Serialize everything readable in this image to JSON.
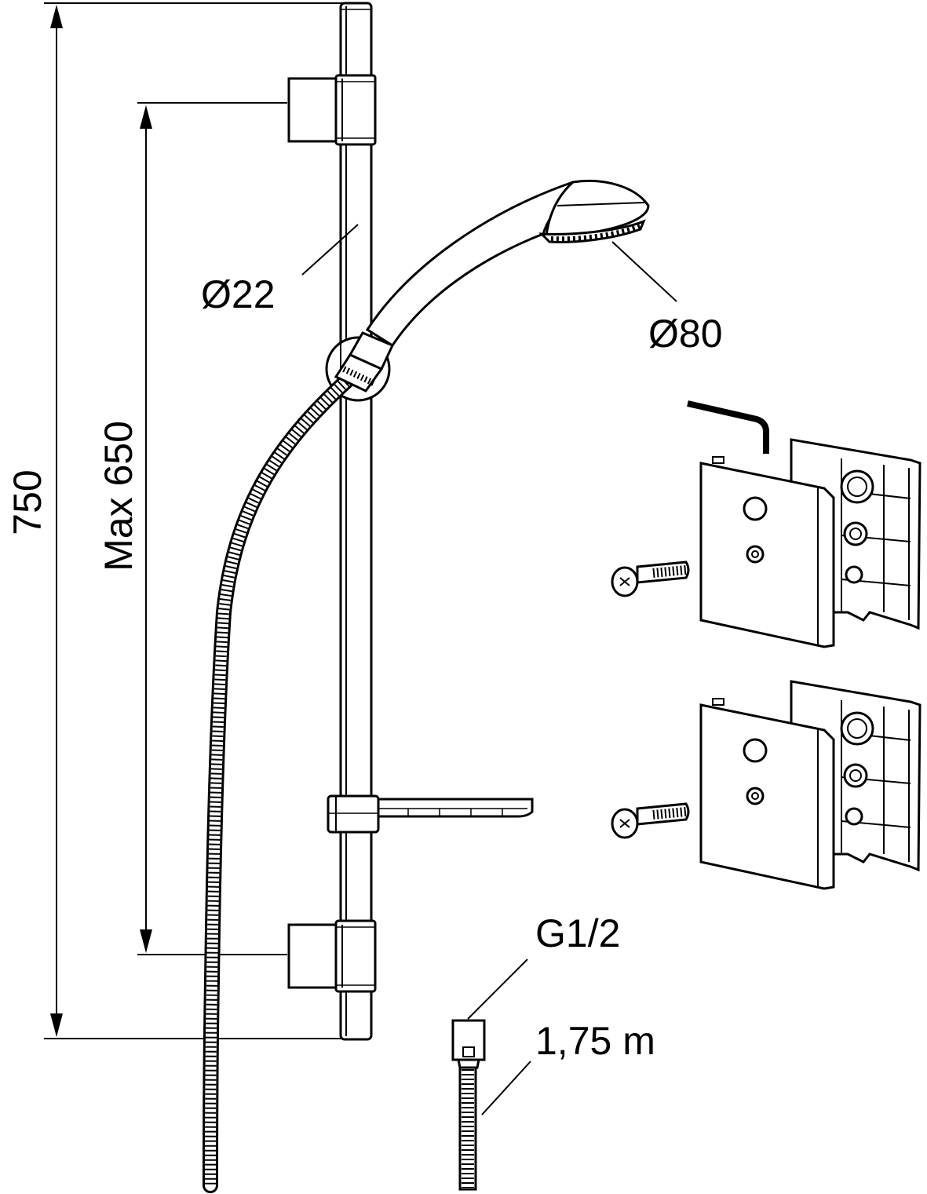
{
  "dimensions": {
    "overall_height": "750",
    "max_spacing": "Max 650",
    "rail_diameter": "Ø22",
    "handshower_diameter": "Ø80",
    "hose_connection": "G1/2",
    "hose_length": "1,75 m"
  },
  "colors": {
    "line": "#000000",
    "background": "#ffffff"
  }
}
